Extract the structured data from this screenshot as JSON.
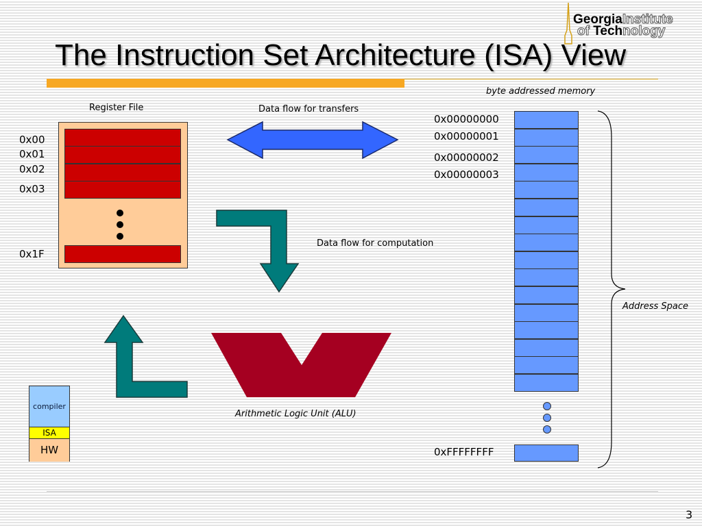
{
  "title": "The Instruction Set Architecture (ISA) View",
  "logo": {
    "line1a": "Georgia",
    "line1b": "Institute",
    "line2a": "of ",
    "line2b": "Tech",
    "line2c": "nology"
  },
  "labels": {
    "register_file": "Register File",
    "transfers": "Data flow for transfers",
    "computation": "Data flow for computation",
    "alu": "Arithmetic Logic Unit (ALU)",
    "memory": "byte addressed memory",
    "address_space": "Address Space"
  },
  "registers": [
    "0x00",
    "0x01",
    "0x02",
    "0x03",
    "0x1F"
  ],
  "memory": [
    "0x00000000",
    "0x00000001",
    "0x00000002",
    "0x00000003",
    "0xFFFFFFFF"
  ],
  "stack": {
    "compiler": "compiler",
    "isa": "ISA",
    "hw": "HW"
  },
  "page_number": "3",
  "colors": {
    "register": "#CC0000",
    "memory": "#6699FF",
    "alu": "#A50021",
    "arrow": "#007B7B",
    "transfer": "#3366FF"
  }
}
